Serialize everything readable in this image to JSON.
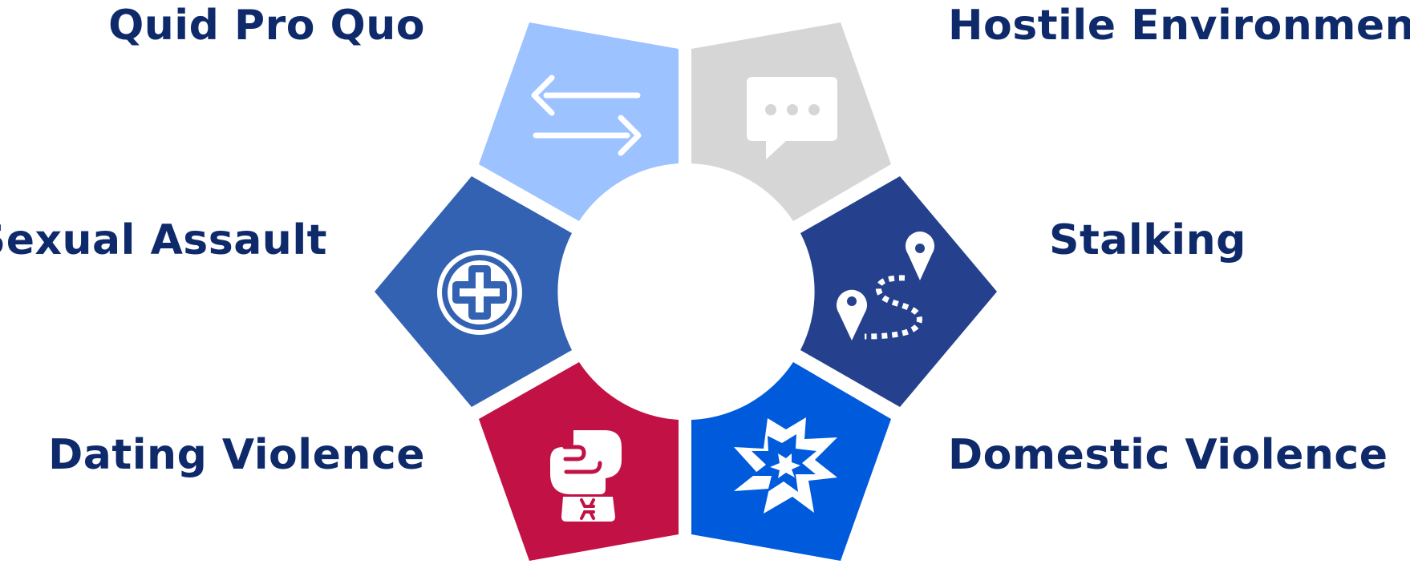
{
  "labels": {
    "quid_pro_quo": "Quid Pro Quo",
    "hostile_environment": "Hostile Environment",
    "sexual_assault": "Sexual Assault",
    "stalking": "Stalking",
    "dating_violence": "Dating Violence",
    "domestic_violence": "Domestic Violence"
  },
  "segments": [
    {
      "id": "quid_pro_quo",
      "color": "#9cc2ff",
      "icon": "exchange-arrows-icon"
    },
    {
      "id": "hostile_environment",
      "color": "#d6d6d6",
      "icon": "speech-bubble-icon"
    },
    {
      "id": "stalking",
      "color": "#25418e",
      "icon": "location-path-icon"
    },
    {
      "id": "domestic_violence",
      "color": "#005bdc",
      "icon": "explosion-icon"
    },
    {
      "id": "dating_violence",
      "color": "#c21145",
      "icon": "boxing-glove-icon"
    },
    {
      "id": "sexual_assault",
      "color": "#3462b2",
      "icon": "medical-cross-icon"
    }
  ],
  "colors": {
    "label_text": "#0f2a6b",
    "icon": "#ffffff",
    "background": "#ffffff"
  }
}
